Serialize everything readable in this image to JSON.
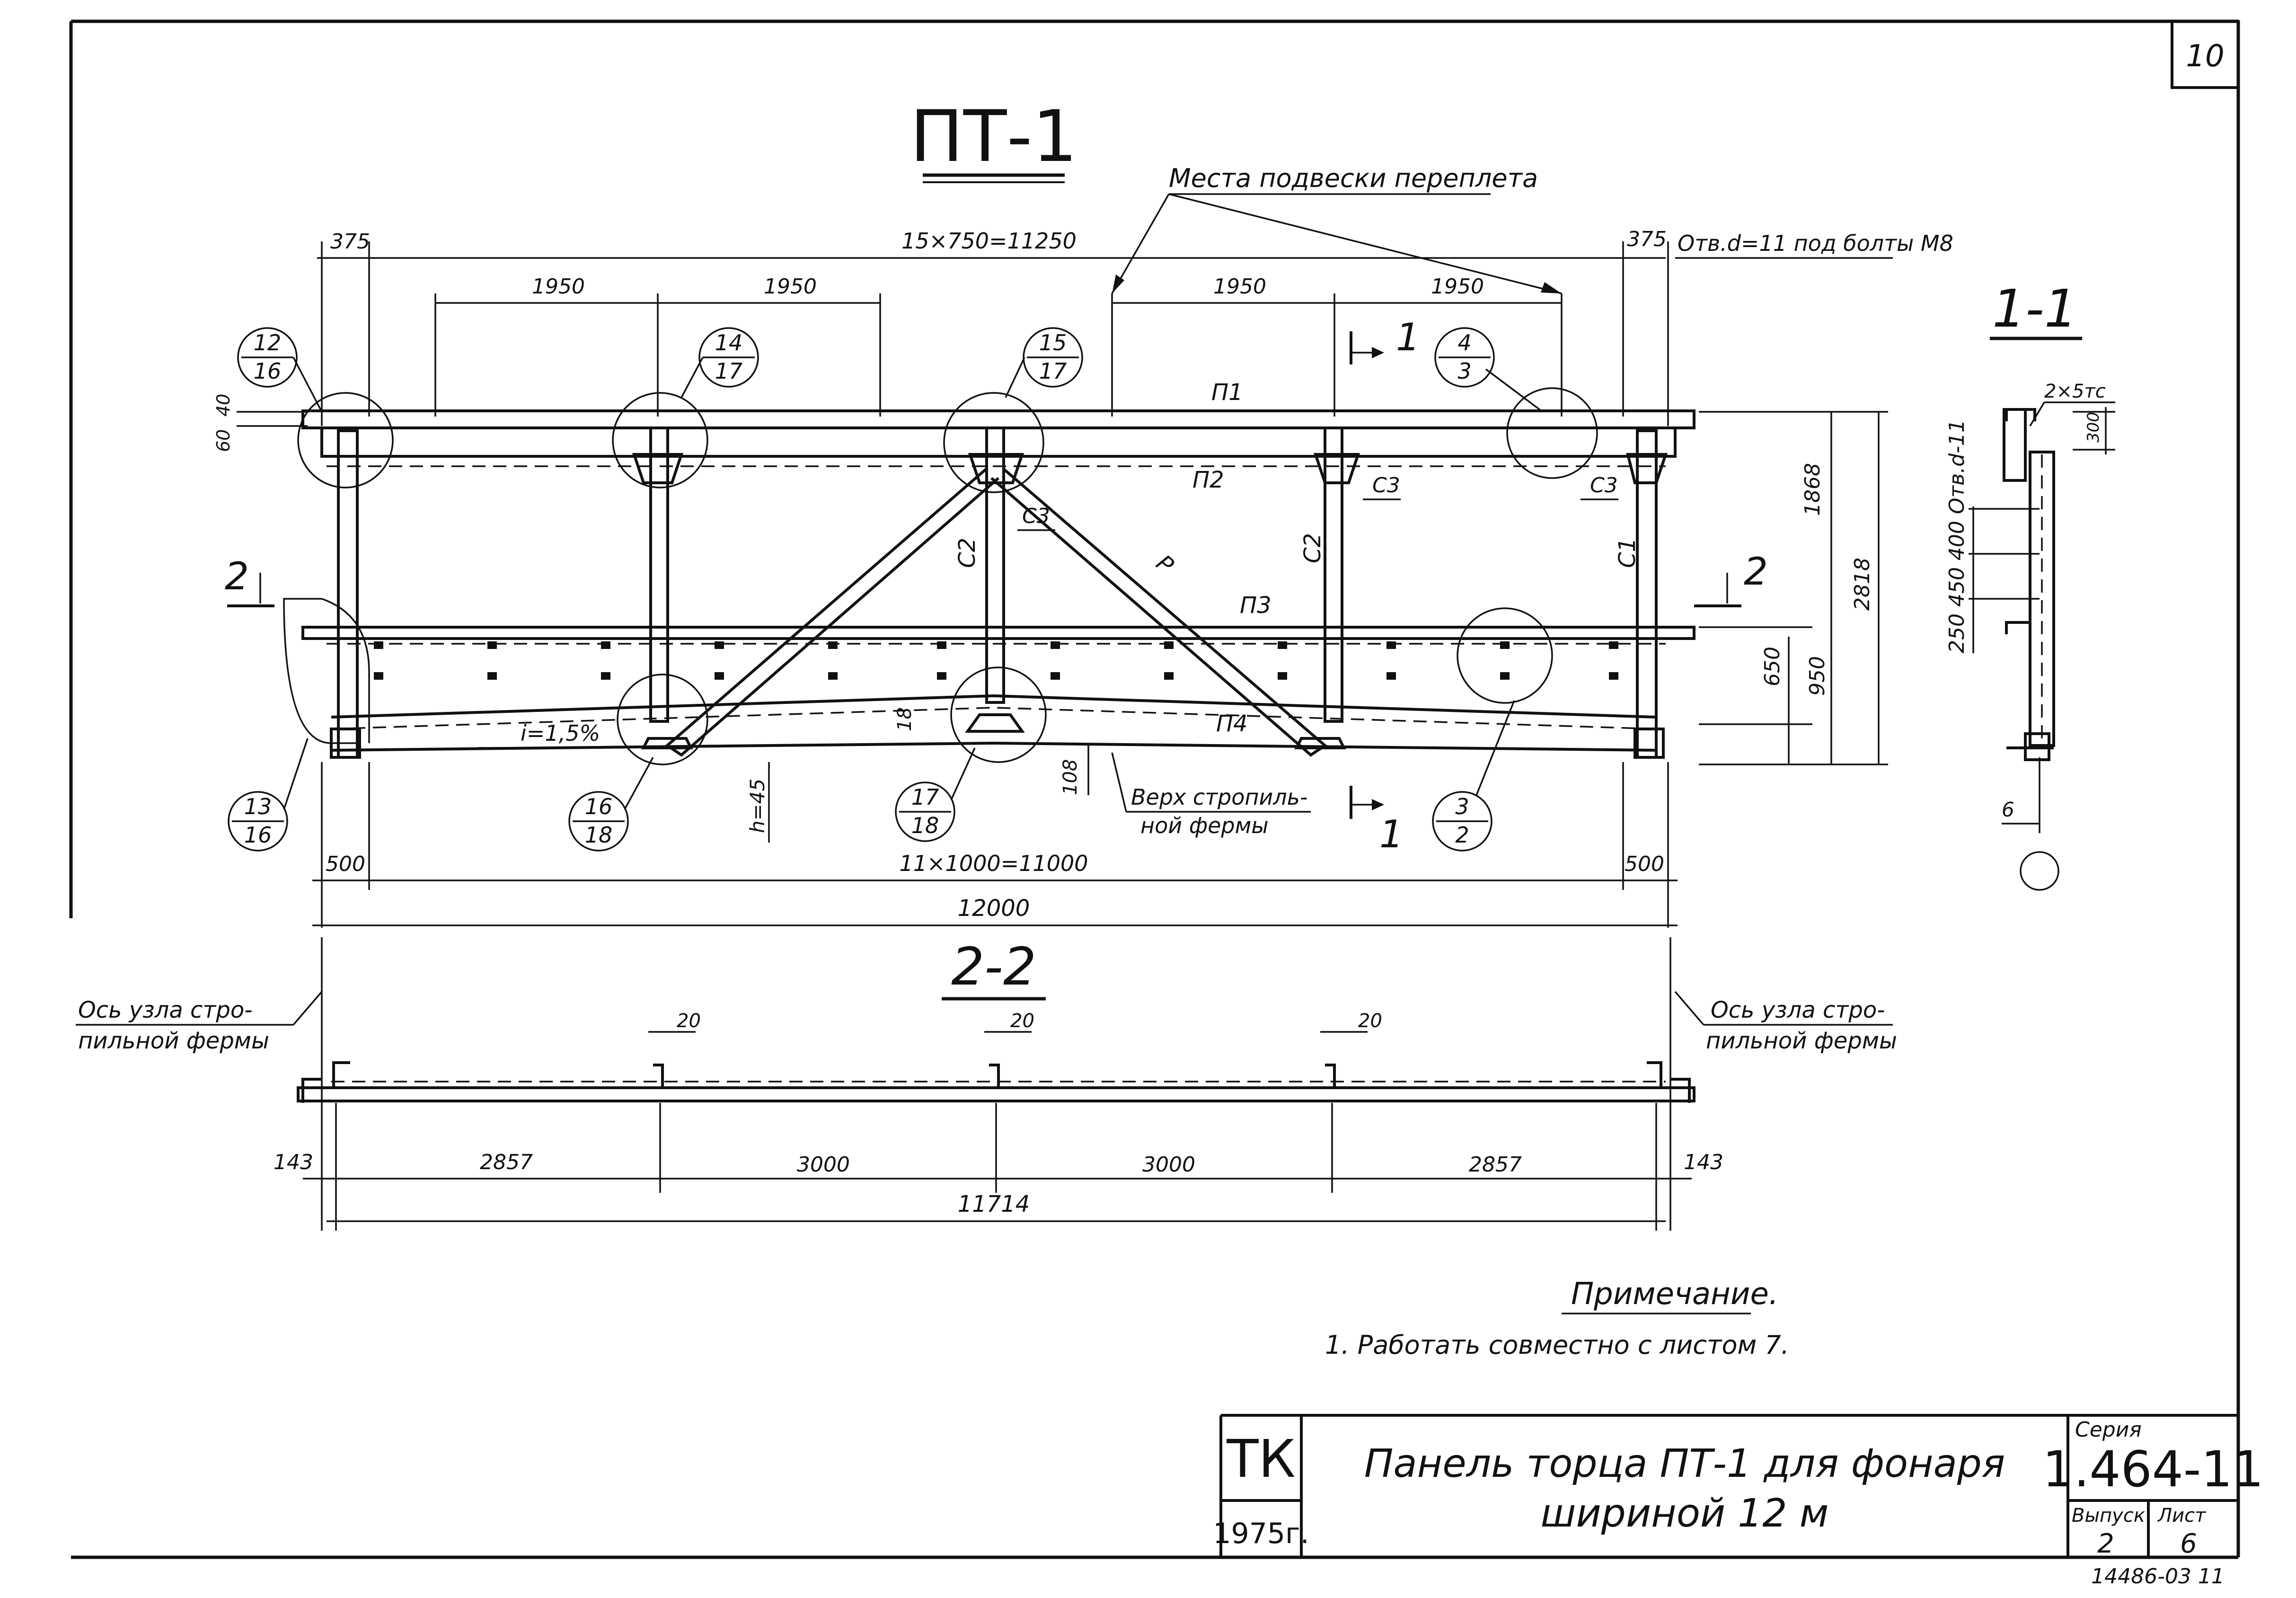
{
  "sheet_number": "10",
  "views": {
    "main_title": "ПТ-1",
    "section_11_title": "1-1",
    "section_22_title": "2-2"
  },
  "annotations": {
    "suspension_points": "Места подвески переплета",
    "holes_note": "Отв.d=11 под болты М8",
    "truss_top": [
      "Верх стропиль-",
      "ной фермы"
    ],
    "slope": "i=1,5%",
    "h_label": "h=45",
    "bolt_spec": "2×5тс",
    "holes_vertical": "250 450 400 Отв.d-11"
  },
  "element_labels": {
    "p1": "П1",
    "p2": "П2",
    "p3": "П3",
    "p4": "П4",
    "c1": "С1",
    "c2a": "С2",
    "c2b": "С2",
    "c3a": "С3",
    "c3b": "С3",
    "c3c": "С3",
    "r": "Р"
  },
  "section_marks": {
    "one": "1",
    "two": "2"
  },
  "callouts": [
    {
      "top": "12",
      "bottom": "16"
    },
    {
      "top": "14",
      "bottom": "17"
    },
    {
      "top": "15",
      "bottom": "17"
    },
    {
      "top": "4",
      "bottom": "3"
    },
    {
      "top": "13",
      "bottom": "16"
    },
    {
      "top": "16",
      "bottom": "18"
    },
    {
      "top": "17",
      "bottom": "18"
    },
    {
      "top": "3",
      "bottom": "2"
    }
  ],
  "dimensions": {
    "d375_left": "375",
    "d375_right": "375",
    "d15x750": "15×750=11250",
    "d1950": [
      "1950",
      "1950",
      "1950",
      "1950"
    ],
    "d60": "60",
    "d40": "40",
    "d1868": "1868",
    "d2818": "2818",
    "d650": "650",
    "d950": "950",
    "d18": "18",
    "d108": "108",
    "d500_left": "500",
    "d500_right": "500",
    "d11x1000": "11×1000=11000",
    "d12000": "12000",
    "d300": "300",
    "d6": "6",
    "d20": [
      "20",
      "20",
      "20"
    ],
    "d143_left": "143",
    "d143_right": "143",
    "d2857_left": "2857",
    "d3000_a": "3000",
    "d3000_b": "3000",
    "d2857_right": "2857",
    "d11714": "11714"
  },
  "axis_notes": {
    "left": [
      "Ось узла стро-",
      "пильной фермы"
    ],
    "right": [
      "Ось узла стро-",
      "пильной фермы"
    ]
  },
  "note": {
    "heading": "Примечание.",
    "item": "1. Работать совместно с листом 7."
  },
  "title_block": {
    "org": "ТК",
    "year": "1975г.",
    "title_line1": "Панель торца ПТ-1 для фонаря",
    "title_line2": "шириной 12 м",
    "series_label": "Серия",
    "series": "1.464-11",
    "issue_label": "Выпуск",
    "issue": "2",
    "sheet_label": "Лист",
    "sheet": "6",
    "bottom_code": "14486-03 11"
  }
}
